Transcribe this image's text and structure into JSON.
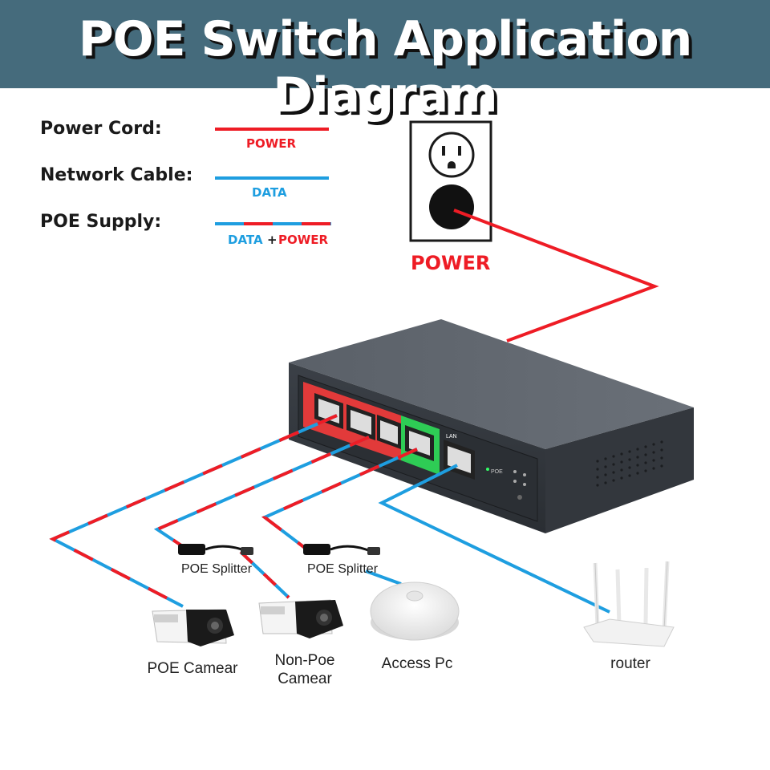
{
  "title": "POE Switch Application Diagram",
  "legend": {
    "power_cord": {
      "label": "Power Cord:",
      "tag": "POWER"
    },
    "network_cable": {
      "label": "Network Cable:",
      "tag": "DATA"
    },
    "poe_supply": {
      "label": "POE Supply:",
      "tag_data": "DATA",
      "tag_plus": "+",
      "tag_power": "POWER"
    }
  },
  "outlet": {
    "label": "POWER"
  },
  "switch": {
    "poe_label": "POE",
    "lan_label": "LAN"
  },
  "devices": {
    "splitter_1": "POE Splitter",
    "splitter_2": "POE Splitter",
    "poe_camera": "POE Camear",
    "non_poe_camera_line1": "Non-Poe",
    "non_poe_camera_line2": "Camear",
    "access_point": "Access Pc",
    "router": "router"
  },
  "colors": {
    "banner": "#456b7c",
    "power": "#ee1c25",
    "data": "#1e9ee0",
    "switch_body": "#4a5057",
    "poe_port_panel": "#e23a3a",
    "uplink_panel": "#2ecc55"
  }
}
